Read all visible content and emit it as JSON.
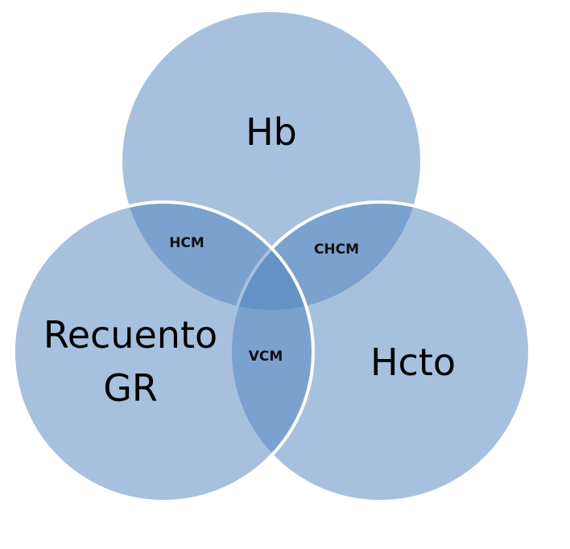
{
  "diagram": {
    "type": "venn",
    "colors": {
      "fill": "#4f81bd",
      "stroke": "#ffffff"
    },
    "sets": [
      {
        "id": "top",
        "label": "Hb"
      },
      {
        "id": "left",
        "label_line1": "Recuento",
        "label_line2": "GR"
      },
      {
        "id": "right",
        "label": "Hcto"
      }
    ],
    "intersections": {
      "top_left": "HCM",
      "top_right": "CHCM",
      "left_right": "VCM"
    }
  }
}
